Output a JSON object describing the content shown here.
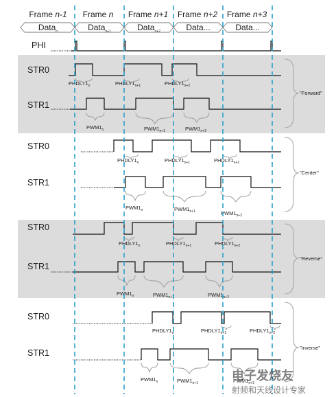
{
  "frames": [
    {
      "label": "Frame ",
      "italic": "n-1"
    },
    {
      "label": "Frame ",
      "italic": "n"
    },
    {
      "label": "Frame ",
      "italic": "n+1"
    },
    {
      "label": "Frame ",
      "italic": "n+2"
    },
    {
      "label": "Frame ",
      "italic": "n+3"
    }
  ],
  "data_row": [
    {
      "text": "Data",
      "sub": "n"
    },
    {
      "text": "Data",
      "sub": "n+1"
    },
    {
      "text": "Data",
      "sub": "n+2"
    },
    {
      "text": "Data...",
      "sub": ""
    },
    {
      "text": "Data...",
      "sub": ""
    }
  ],
  "phi_label": "PHI",
  "str0_label": "STR0",
  "str1_label": "STR1",
  "delay_name": "PHDLY1",
  "pwm_name": "PWM1",
  "subs": {
    "n": "n",
    "n1": "n+1",
    "n2": "n+2"
  },
  "modes": {
    "forward": "\"Forward\"",
    "center": "\"Center\"",
    "reverse": "\"Reverse\"",
    "inverse": "\"Inverse\""
  },
  "watermark": {
    "top": "电子发烧友",
    "bottom": "射频和天线设计专家"
  },
  "colors": {
    "band": "#dcdcdc",
    "divider": "#2aa0c8",
    "wave": "#111111"
  }
}
